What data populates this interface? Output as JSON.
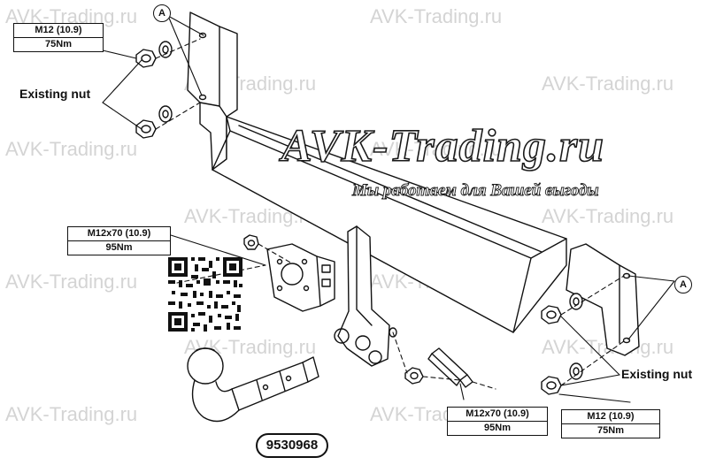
{
  "watermark": {
    "text": "AVK-Trading.ru",
    "color": "#d4d4d4"
  },
  "brand": {
    "title": "AVK-Trading.ru",
    "tagline": "Мы работаем для Вашей выгоды"
  },
  "labels": {
    "existing_nut_left": "Existing nut",
    "existing_nut_right": "Existing nut",
    "callout": "A",
    "part_number": "9530968"
  },
  "specs": {
    "top_left": {
      "bolt": "M12 (10.9)",
      "torque": "75Nm"
    },
    "middle_left": {
      "bolt": "M12x70 (10.9)",
      "torque": "95Nm"
    },
    "bottom_center": {
      "bolt": "M12x70 (10.9)",
      "torque": "95Nm"
    },
    "bottom_right": {
      "bolt": "M12 (10.9)",
      "torque": "75Nm"
    }
  },
  "qr_icon": "qr-code-icon"
}
